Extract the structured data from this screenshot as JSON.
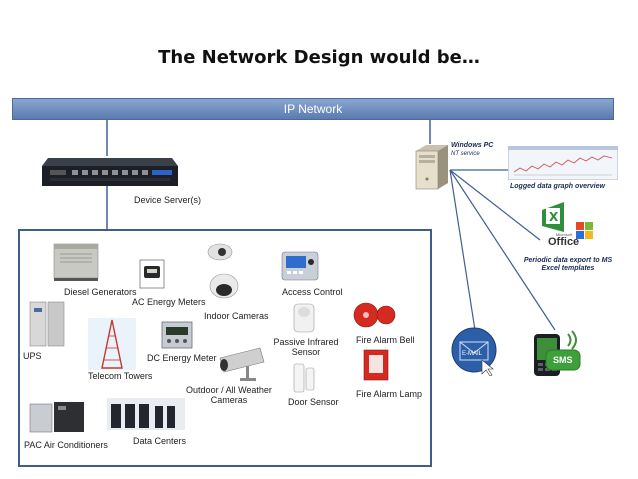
{
  "title": "The Network Design would be…",
  "network": {
    "label": "IP Network"
  },
  "device_server": {
    "label": "Device Server(s)"
  },
  "windows_pc": {
    "title": "Windows PC",
    "subtitle": "NT service"
  },
  "graph_caption": "Logged data graph overview",
  "office": {
    "small_text": "Microsoft",
    "name": "Office"
  },
  "export_caption": "Periodic data export to MS Excel templates",
  "email_label": "E-MAIL",
  "sms_label": "SMS",
  "devices": {
    "diesel": "Diesel Generators",
    "ac_meters": "AC Energy Meters",
    "indoor_cameras": "Indoor Cameras",
    "access_control": "Access Control",
    "ups": "UPS",
    "telecom_towers": "Telecom Towers",
    "dc_meter": "DC Energy Meter",
    "pir_sensor": "Passive Infrared Sensor",
    "fire_bell": "Fire Alarm Bell",
    "outdoor_cameras": "Outdoor / All Weather Cameras",
    "door_sensor": "Door Sensor",
    "fire_lamp": "Fire Alarm Lamp",
    "pac": "PAC Air Conditioners",
    "data_centers": "Data Centers"
  },
  "colors": {
    "network_bar": "#6f8fc4",
    "connector": "#3f5f98",
    "box_border": "#3e5d8c"
  }
}
